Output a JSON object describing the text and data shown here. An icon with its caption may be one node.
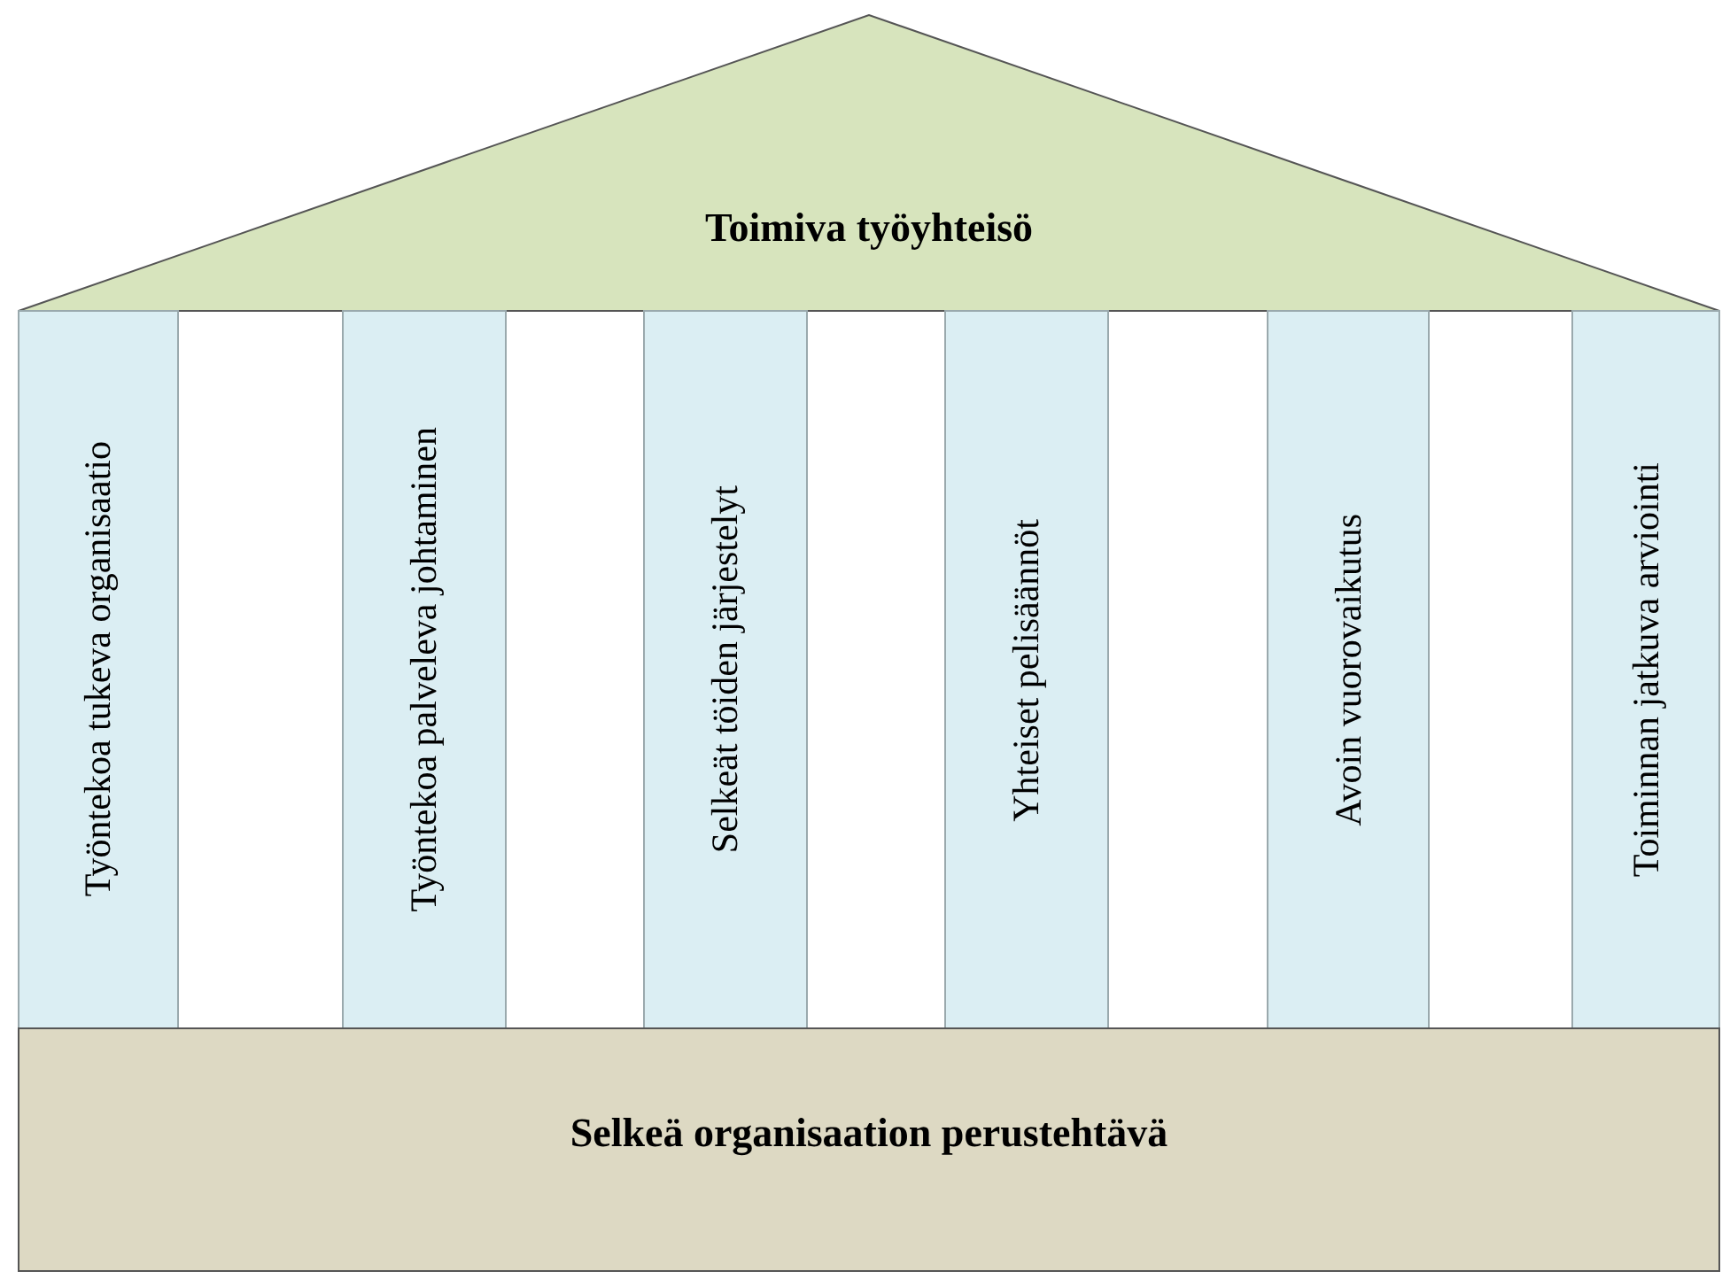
{
  "diagram": {
    "nodes": [
      {
        "text": [
          "Toimiva työyhteisö"
        ]
      },
      {
        "text": [
          "Työntekoa tukeva organisaatio"
        ]
      },
      {
        "text": [
          "Työntekoa palveleva johtaminen"
        ]
      },
      {
        "text": [
          "Selkeät töiden järjestelyt"
        ]
      },
      {
        "text": [
          "Yhteiset pelisäännöt"
        ]
      },
      {
        "text": [
          "Avoin vuorovaikutus"
        ]
      },
      {
        "text": [
          "Toiminnan jatkuva arviointi"
        ]
      },
      {
        "text": [
          "Selkeä organisaation perustehtävä"
        ]
      }
    ]
  }
}
